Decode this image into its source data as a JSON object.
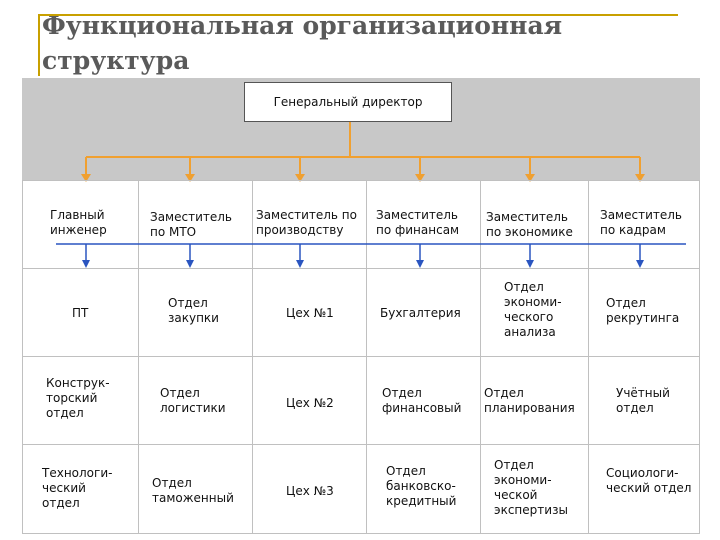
{
  "title": "Функциональная организационная структура",
  "top": "Генеральный директор",
  "colors": {
    "orange": "#f0a030",
    "blue": "#2a55c0",
    "grid": "#c0c0c0",
    "gold": "#c8a000"
  },
  "columns": [
    {
      "head": "Главный инженер",
      "cells": [
        "ПТ",
        "Конструк-торский отдел",
        "Технологи-ческий отдел"
      ]
    },
    {
      "head": "Заместитель по МТО",
      "cells": [
        "Отдел закупки",
        "Отдел логистики",
        "Отдел таможенный"
      ]
    },
    {
      "head": "Заместитель по производству",
      "cells": [
        "Цех №1",
        "Цех №2",
        "Цех №3"
      ]
    },
    {
      "head": "Заместитель по финансам",
      "cells": [
        "Бухгалтерия",
        "Отдел финансовый",
        "Отдел банковско-кредитный"
      ]
    },
    {
      "head": "Заместитель по экономике",
      "cells": [
        "Отдел экономи-ческого анализа",
        "Отдел планирования",
        "Отдел экономи-ческой экспертизы"
      ]
    },
    {
      "head": "Заместитель по кадрам",
      "cells": [
        "Отдел рекрутинга",
        "Учётный отдел",
        "Социологи-ческий отдел"
      ]
    }
  ]
}
